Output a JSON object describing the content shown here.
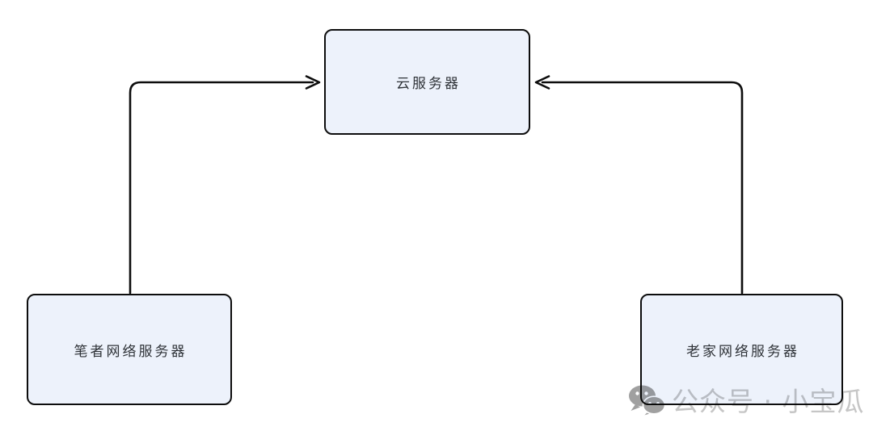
{
  "diagram": {
    "nodes": [
      {
        "id": "cloud-server",
        "label": "云服务器"
      },
      {
        "id": "author-network-server",
        "label": "笔者网络服务器"
      },
      {
        "id": "hometown-network-server",
        "label": "老家网络服务器"
      }
    ],
    "connectors": [
      {
        "from": "author-network-server",
        "to": "cloud-server",
        "arrow": "end"
      },
      {
        "from": "hometown-network-server",
        "to": "cloud-server",
        "arrow": "end"
      }
    ],
    "colors": {
      "canvas_bg": "#ffffff",
      "node_fill": "#edf2fb",
      "node_border": "#0d0d0d",
      "connector": "#0d0d0d",
      "node_text": "#2f3338"
    }
  },
  "watermark": {
    "icon": "wechat-icon",
    "text": "公众号 · 小宝瓜",
    "text_color": "#c6c6c6",
    "icon_color": "#a0a0a0"
  }
}
